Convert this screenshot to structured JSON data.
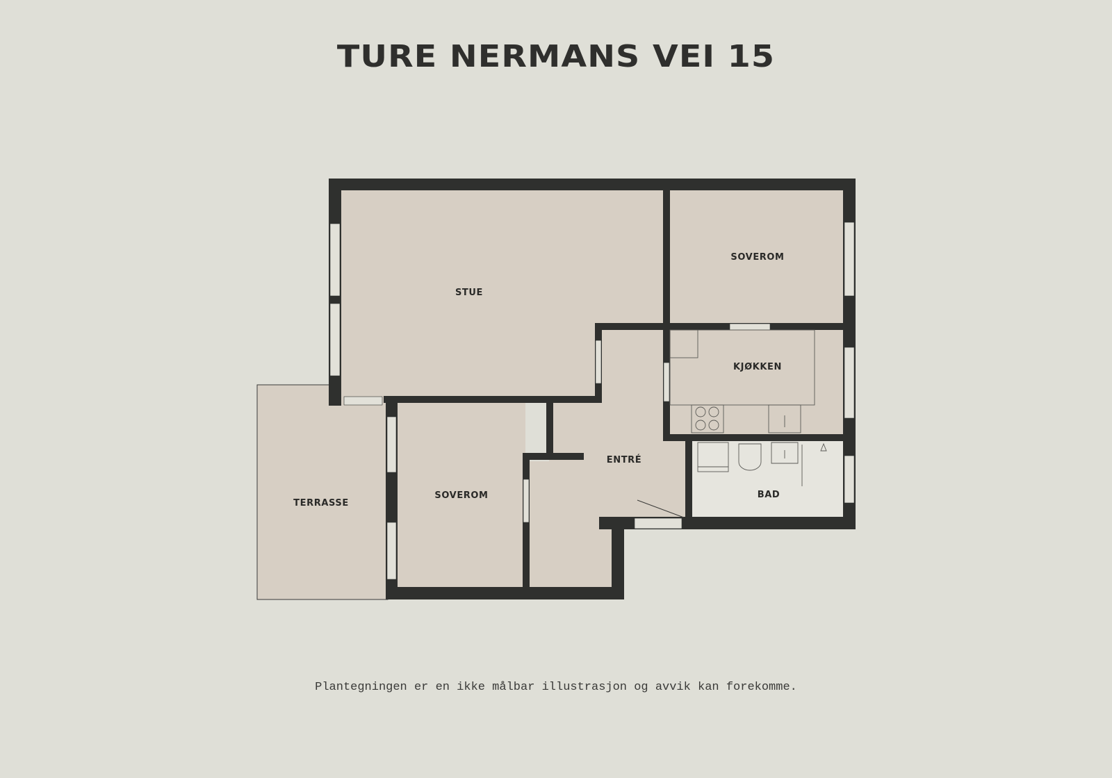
{
  "title": "TURE NERMANS VEI 15",
  "rooms": {
    "stue": "STUE",
    "soverom_1": "SOVEROM",
    "kjokken": "KJØKKEN",
    "entre": "ENTRÉ",
    "bad": "BAD",
    "soverom_2": "SOVEROM",
    "terrasse": "TERRASSE"
  },
  "disclaimer": "Plantegningen er en ikke målbar illustrasjon og avvik kan forekomme.",
  "colors": {
    "background": "#dfdfd7",
    "wall": "#2f302e",
    "room_fill": "#d7cfc4",
    "bath_fill": "#e6e5de",
    "window": "#e2e1d9"
  }
}
